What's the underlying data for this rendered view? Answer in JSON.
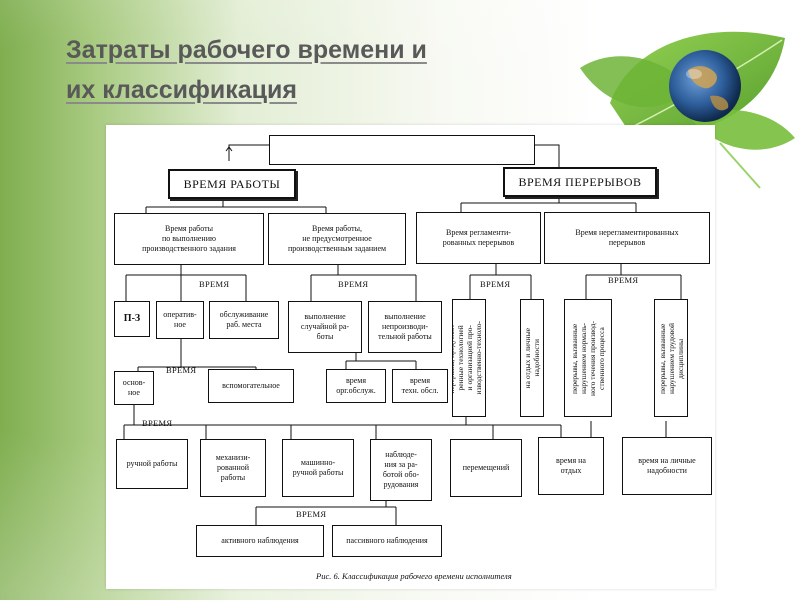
{
  "title": {
    "line1": "Затраты рабочего времени и",
    "line2": "их классификация"
  },
  "diagram": {
    "top_box": "",
    "work_time": "ВРЕМЯ РАБОТЫ",
    "break_time": "ВРЕМЯ ПЕРЕРЫВОВ",
    "work_task_line1": "Время работы",
    "work_task_line2": "по выполнению",
    "work_task_line3": "производственного задания",
    "work_other_line1": "Время работы,",
    "work_other_line2": "не предусмотренное",
    "work_other_line3": "производственным заданием",
    "regulated_line1": "Время регламенти-",
    "regulated_line2": "рованных перерывов",
    "unregulated_line1": "Время нерегламентированных",
    "unregulated_line2": "перерывов",
    "vremya_label": "ВРЕМЯ",
    "pz": "П-З",
    "operative": "оператив-\nное",
    "service_place": "обслуживание\nраб. места",
    "random_work": "выполнение\nслучайной ра-\nботы",
    "unproductive_work": "выполнение\nнепроизводи-\nтельной работы",
    "main": "основ-\nное",
    "auxiliary": "вспомогательное",
    "org_service": "время\nорг.обслуж.",
    "tech_service": "время\nтехн. обсл.",
    "breaks_tech": "перерывы, предусмот-\nренные технологией\nи организацией про-\nизводственно-техноло-\nгического процесса",
    "breaks_rest": "на отдых и личные\nнадобности",
    "breaks_violation": "перерывы, вызванные\nнарушением нормаль-\nного течения производ-\nственного процесса",
    "breaks_discipline": "перерывы, вызванные\nнарушением трудовой\nдисциплины",
    "manual": "ручной работы",
    "mechanized": "механизи-\nрованной\nработы",
    "machine_manual": "машинно-\nручной работы",
    "observation": "наблюде-\nния за ра-\nботой обо-\nрудования",
    "transitions": "перемещений",
    "rest_time": "время на\nотдых",
    "personal_needs": "время на личные\nнадобности",
    "active_obs": "активного наблюдения",
    "passive_obs": "пассивного наблюдения",
    "caption": "Рис. 6. Классификация рабочего времени исполнителя"
  },
  "colors": {
    "title": "#595959",
    "accent_green": "#7fae4f"
  }
}
